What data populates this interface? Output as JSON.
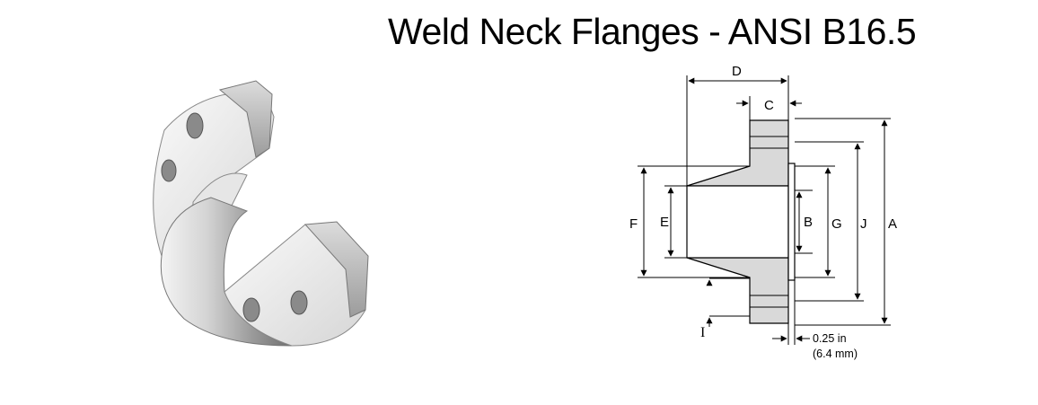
{
  "title": "Weld Neck Flanges - ANSI B16.5",
  "photo": {
    "icon": "flange-cutaway-render"
  },
  "drawing": {
    "labels": {
      "d": "D",
      "c": "C",
      "f": "F",
      "e": "E",
      "b": "B",
      "g": "G",
      "j": "J",
      "a": "A",
      "i": "I"
    },
    "note_line1": "0.25 in",
    "note_line2": "(6.4 mm)",
    "colors": {
      "fill": "#d9d9d9",
      "stroke": "#000000"
    }
  }
}
